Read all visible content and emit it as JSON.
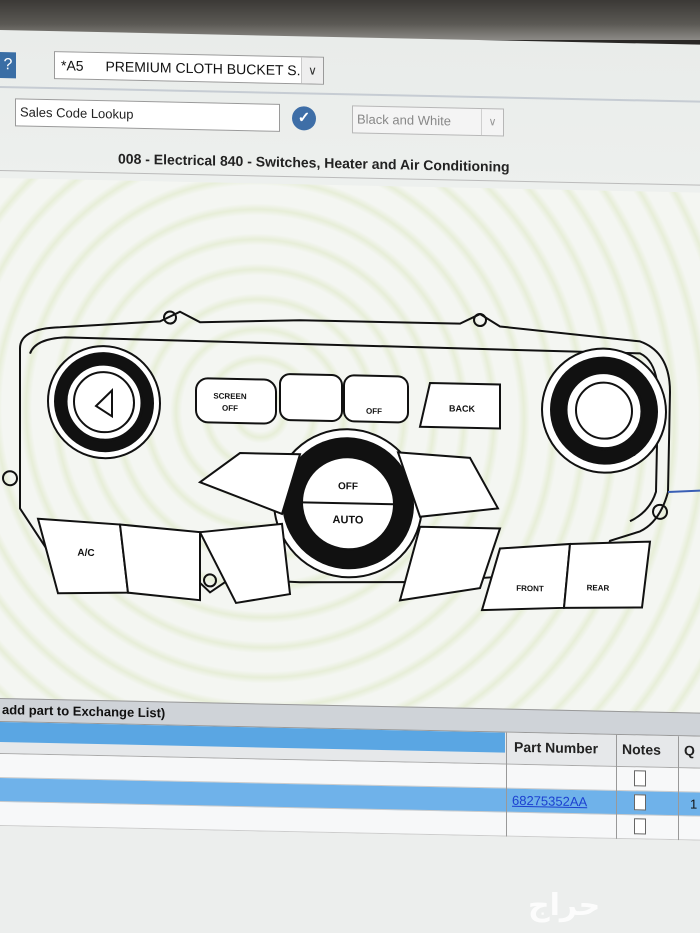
{
  "toolbar": {
    "help_label": "?",
    "option_code": "*A5",
    "option_name": "PREMIUM CLOTH BUCKET S...",
    "dropdown_arrow": "chevron-down-icon",
    "lookup_value": "Sales Code Lookup",
    "confirm_icon": "check-icon",
    "color_mode": "Black and White"
  },
  "page": {
    "title": "008 - Electrical 840 - Switches, Heater and Air Conditioning"
  },
  "diagram": {
    "labels": {
      "screen_off": "SCREEN",
      "screen_off_2": "OFF",
      "off_a": "OFF",
      "back": "BACK",
      "ac": "A/C",
      "auto": "AUTO",
      "fan_off": "OFF",
      "front": "FRONT",
      "rear": "REAR"
    }
  },
  "parts_table": {
    "caption": "add part to Exchange List)",
    "columns": [
      "Part Number",
      "Notes",
      "Q"
    ],
    "rows": [
      {
        "part_number": "",
        "qty": ""
      },
      {
        "part_number": "68275352AA",
        "qty": "1"
      },
      {
        "part_number": "",
        "qty": ""
      }
    ]
  },
  "watermark": "حراج",
  "colors": {
    "selection": "#6fb2ea",
    "link": "#1b3fd0",
    "accent": "#3e6ea7"
  }
}
